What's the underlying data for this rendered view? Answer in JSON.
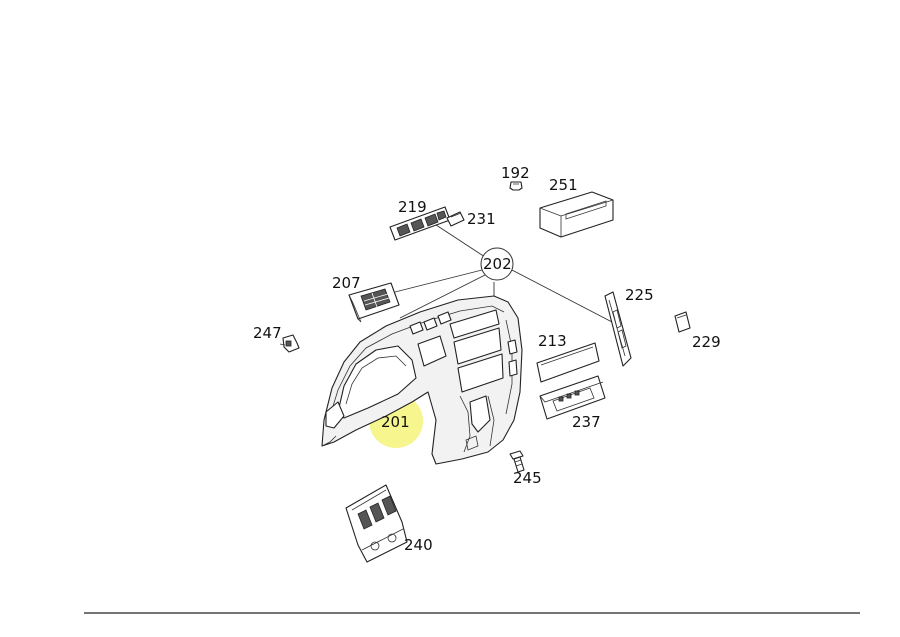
{
  "labels": {
    "p192": "192",
    "p251": "251",
    "p219": "219",
    "p231": "231",
    "p202": "202",
    "p207": "207",
    "p225": "225",
    "p229": "229",
    "p247": "247",
    "p213": "213",
    "p237": "237",
    "p201": "201",
    "p245": "245",
    "p240": "240"
  },
  "colors": {
    "highlight": "#f4f37a",
    "line": "#222222"
  }
}
